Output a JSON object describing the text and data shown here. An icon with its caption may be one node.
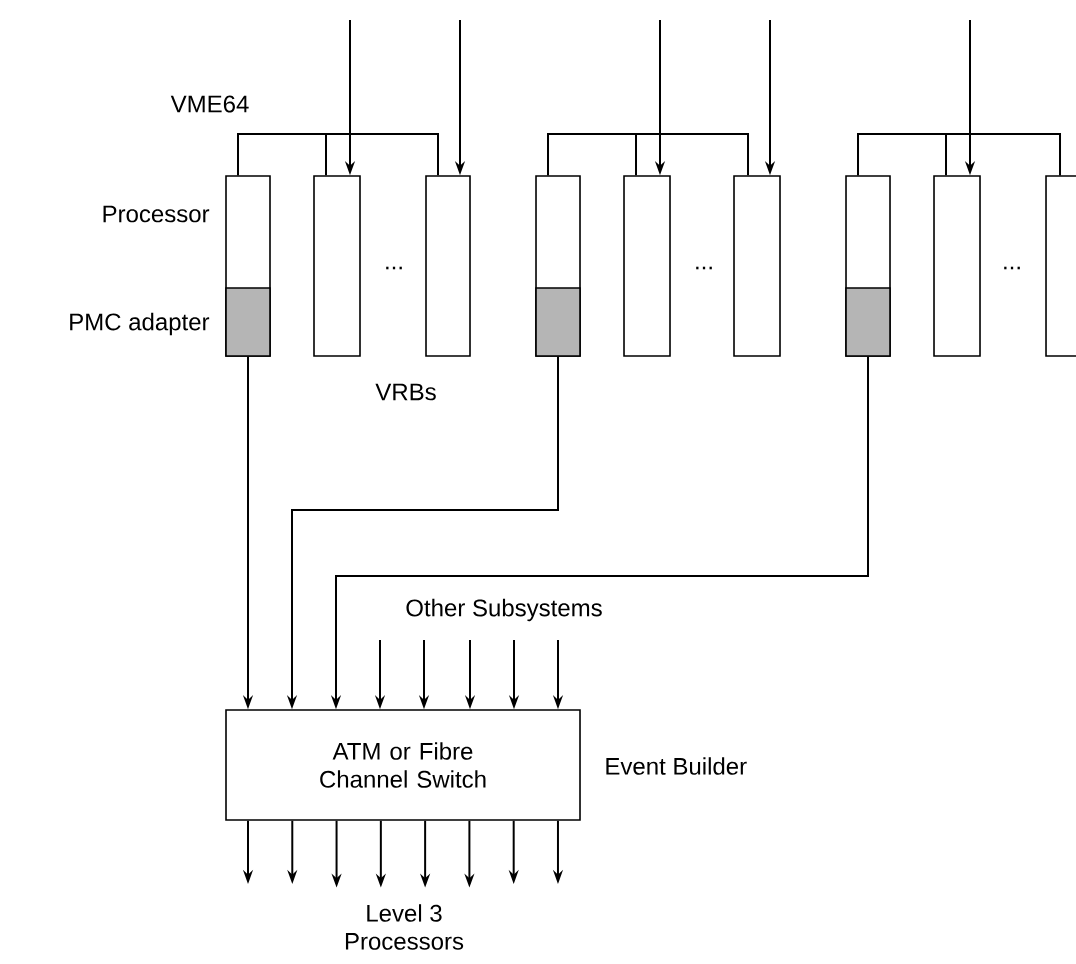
{
  "diagram": {
    "nodes": [
      {
        "text": [],
        "shape": "box",
        "beside": [
          "Processor",
          "PMC adapter"
        ]
      },
      {
        "text": [],
        "shape": "box"
      },
      {
        "text": [],
        "shape": "box"
      },
      {
        "text": [],
        "shape": "box"
      },
      {
        "text": [],
        "shape": "box"
      },
      {
        "text": [],
        "shape": "box"
      },
      {
        "text": [],
        "shape": "box"
      },
      {
        "text": [],
        "shape": "box"
      },
      {
        "text": [],
        "shape": "box"
      },
      {
        "text": [
          "ATM or Fibre Channel Switch"
        ],
        "beside": [
          "Event Builder"
        ]
      },
      {
        "text": [
          "Level 3 Processors"
        ]
      }
    ],
    "edges": [
      {
        "from": 0,
        "to": 1,
        "arrow": "none"
      },
      {
        "from": 0,
        "to": 2,
        "arrow": "none"
      },
      {
        "from": 3,
        "to": 4,
        "arrow": "none"
      },
      {
        "from": 3,
        "to": 5,
        "arrow": "none"
      },
      {
        "from": 6,
        "to": 7,
        "arrow": "none"
      },
      {
        "from": 6,
        "to": 8,
        "arrow": "none"
      },
      {
        "from": null,
        "to": 1,
        "arrow": "to"
      },
      {
        "from": null,
        "to": 2,
        "arrow": "to"
      },
      {
        "from": null,
        "to": 4,
        "arrow": "to"
      },
      {
        "from": null,
        "to": 5,
        "arrow": "to"
      },
      {
        "from": null,
        "to": 7,
        "arrow": "to"
      },
      {
        "from": 0,
        "to": 9,
        "arrow": "to"
      },
      {
        "from": 3,
        "to": 9,
        "arrow": "to"
      },
      {
        "from": 6,
        "to": 9,
        "arrow": "to"
      },
      {
        "from": null,
        "to": 9,
        "arrow": "to"
      },
      {
        "from": null,
        "to": 9,
        "arrow": "to"
      },
      {
        "from": null,
        "to": 9,
        "arrow": "to"
      },
      {
        "from": null,
        "to": 9,
        "arrow": "to"
      },
      {
        "from": null,
        "to": 9,
        "arrow": "to"
      },
      {
        "from": 9,
        "to": null,
        "arrow": "to"
      },
      {
        "from": 9,
        "to": null,
        "arrow": "to"
      },
      {
        "from": 9,
        "to": 10,
        "arrow": "to"
      },
      {
        "from": 9,
        "to": 10,
        "arrow": "to"
      },
      {
        "from": 9,
        "to": 10,
        "arrow": "to"
      },
      {
        "from": 9,
        "to": 10,
        "arrow": "to"
      },
      {
        "from": 9,
        "to": null,
        "arrow": "to"
      },
      {
        "from": 9,
        "to": null,
        "arrow": "to"
      }
    ],
    "labels": [
      "VME64",
      "...",
      "...",
      "...",
      "VRBs",
      "Other Subsystems"
    ]
  }
}
